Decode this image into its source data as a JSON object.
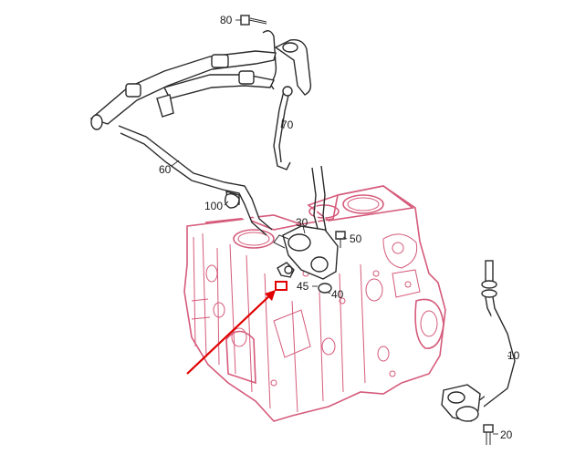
{
  "callouts": {
    "c80": "80",
    "c70": "70",
    "c60": "60",
    "c100": "100",
    "c30": "30",
    "c50": "50",
    "c45": "45",
    "c40": "40",
    "c10": "10",
    "c20": "20"
  },
  "colors": {
    "engine_block": "#d55a7a",
    "parts": "#2a2a2a",
    "highlight": "#e00000",
    "background": "#ffffff"
  }
}
